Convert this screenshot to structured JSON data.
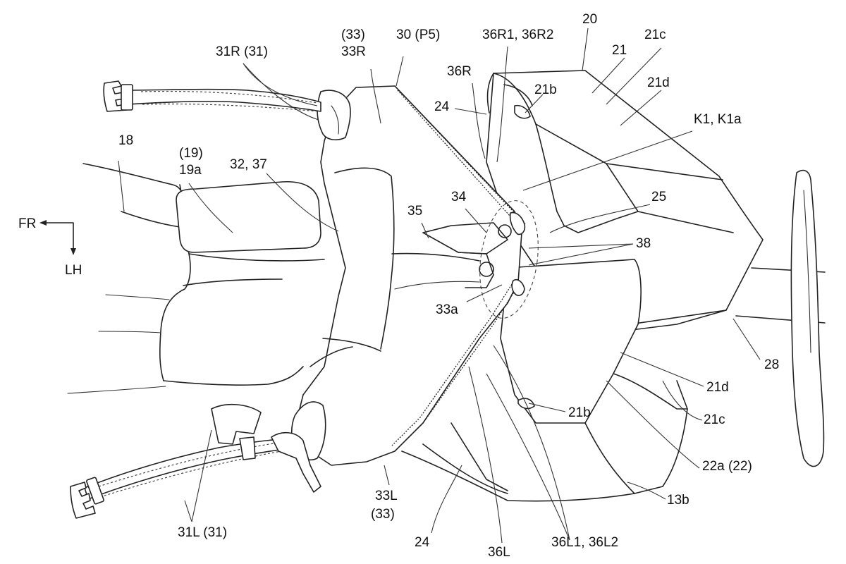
{
  "direction": {
    "forward": "FR",
    "left": "LH"
  },
  "labels": {
    "l_20": "20",
    "l_21": "21",
    "l_21c_top": "21c",
    "l_21d_top": "21d",
    "l_21b_top": "21b",
    "l_36r1": "36R1, 36R2",
    "l_30": "30 (P5)",
    "l_33_top": "(33)",
    "l_33r": "33R",
    "l_31r": "31R (31)",
    "l_36r": "36R",
    "l_24_top": "24",
    "l_k1": "K1, K1a",
    "l_18": "18",
    "l_19": "(19)",
    "l_19a": "19a",
    "l_32": "32, 37",
    "l_25": "25",
    "l_34": "34",
    "l_35": "35",
    "l_38": "38",
    "l_33a": "33a",
    "l_28": "28",
    "l_21d_bot": "21d",
    "l_21b_bot": "21b",
    "l_21c_bot": "21c",
    "l_22a": "22a (22)",
    "l_13b": "13b",
    "l_33l": "33L",
    "l_33_bot": "(33)",
    "l_24_bot": "24",
    "l_36l": "36L",
    "l_36l1": "36L1, 36L2",
    "l_31l": "31L (31)"
  }
}
